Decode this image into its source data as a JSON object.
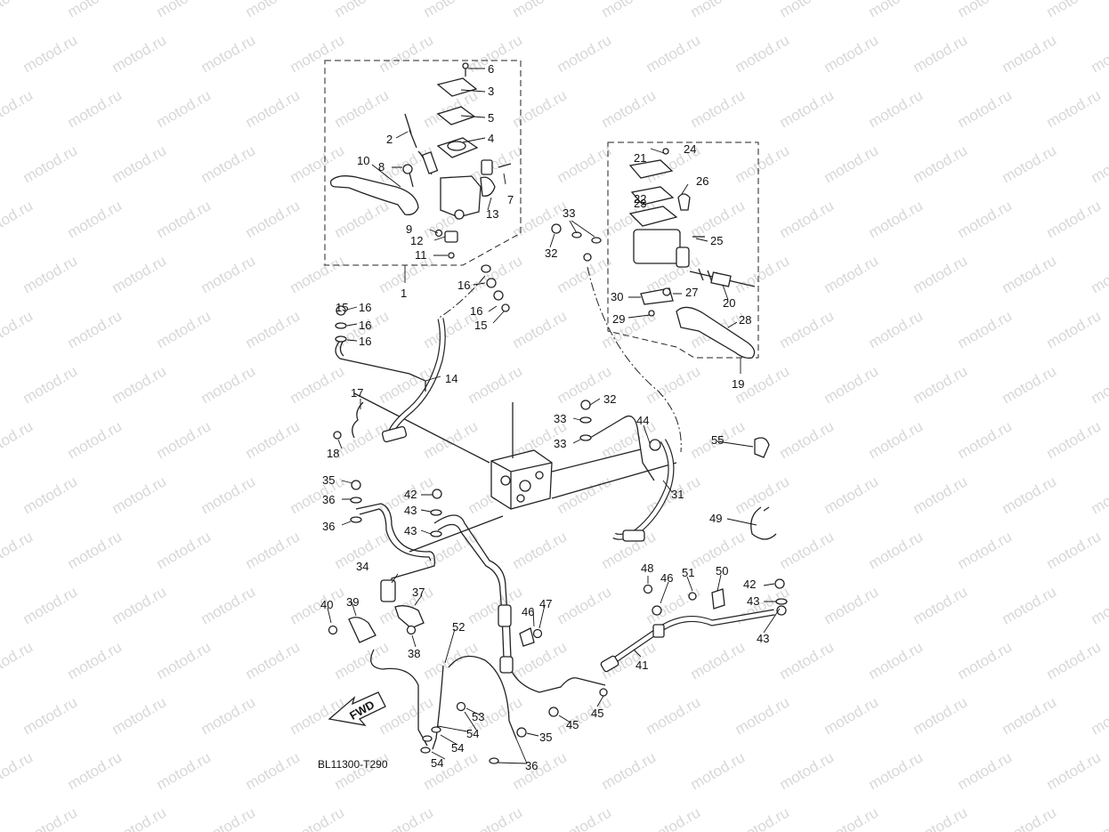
{
  "watermark": {
    "text": "motod.ru"
  },
  "diagram_code": "BL11300-T290",
  "fwd_label": "FWD",
  "parts": [
    {
      "ref": "1"
    },
    {
      "ref": "2"
    },
    {
      "ref": "3"
    },
    {
      "ref": "4"
    },
    {
      "ref": "5"
    },
    {
      "ref": "6"
    },
    {
      "ref": "7"
    },
    {
      "ref": "8"
    },
    {
      "ref": "9"
    },
    {
      "ref": "10"
    },
    {
      "ref": "11"
    },
    {
      "ref": "12"
    },
    {
      "ref": "13"
    },
    {
      "ref": "14"
    },
    {
      "ref": "15"
    },
    {
      "ref": "15"
    },
    {
      "ref": "16"
    },
    {
      "ref": "16"
    },
    {
      "ref": "16"
    },
    {
      "ref": "16"
    },
    {
      "ref": "16"
    },
    {
      "ref": "17"
    },
    {
      "ref": "18"
    },
    {
      "ref": "19"
    },
    {
      "ref": "20"
    },
    {
      "ref": "21"
    },
    {
      "ref": "22"
    },
    {
      "ref": "23"
    },
    {
      "ref": "24"
    },
    {
      "ref": "25"
    },
    {
      "ref": "26"
    },
    {
      "ref": "27"
    },
    {
      "ref": "28"
    },
    {
      "ref": "29"
    },
    {
      "ref": "30"
    },
    {
      "ref": "31"
    },
    {
      "ref": "32"
    },
    {
      "ref": "32"
    },
    {
      "ref": "33"
    },
    {
      "ref": "33"
    },
    {
      "ref": "33"
    },
    {
      "ref": "34"
    },
    {
      "ref": "35"
    },
    {
      "ref": "35"
    },
    {
      "ref": "36"
    },
    {
      "ref": "36"
    },
    {
      "ref": "36"
    },
    {
      "ref": "37"
    },
    {
      "ref": "38"
    },
    {
      "ref": "39"
    },
    {
      "ref": "40"
    },
    {
      "ref": "41"
    },
    {
      "ref": "42"
    },
    {
      "ref": "42"
    },
    {
      "ref": "43"
    },
    {
      "ref": "43"
    },
    {
      "ref": "43"
    },
    {
      "ref": "43"
    },
    {
      "ref": "44"
    },
    {
      "ref": "45"
    },
    {
      "ref": "45"
    },
    {
      "ref": "46"
    },
    {
      "ref": "46"
    },
    {
      "ref": "47"
    },
    {
      "ref": "48"
    },
    {
      "ref": "49"
    },
    {
      "ref": "50"
    },
    {
      "ref": "51"
    },
    {
      "ref": "52"
    },
    {
      "ref": "53"
    },
    {
      "ref": "54"
    },
    {
      "ref": "54"
    },
    {
      "ref": "54"
    },
    {
      "ref": "55"
    }
  ]
}
